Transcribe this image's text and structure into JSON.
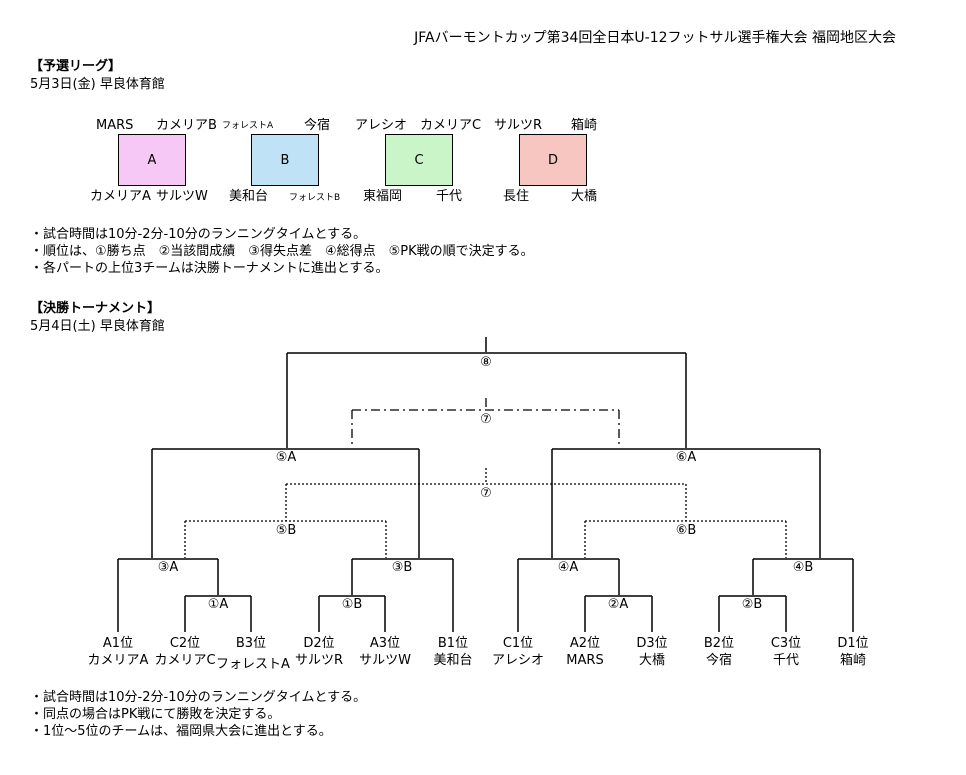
{
  "title": "JFAバーモントカップ第34回全日本U-12フットサル選手権大会 福岡地区大会",
  "league": {
    "heading": "【予選リーグ】",
    "date_venue": "5月3日(金) 早良体育館",
    "groups": [
      {
        "name": "A",
        "color": "#f6c8f6",
        "top_left": "MARS",
        "top_right": "カメリアB",
        "bottom_left": "カメリアA",
        "bottom_right": "サルツW"
      },
      {
        "name": "B",
        "color": "#bfe2f7",
        "top_left": "フォレストA",
        "top_right": "今宿",
        "bottom_left": "美和台",
        "bottom_right": "フォレストB"
      },
      {
        "name": "C",
        "color": "#c9f5c9",
        "top_left": "アレシオ",
        "top_right": "カメリアC",
        "bottom_left": "東福岡",
        "bottom_right": "千代"
      },
      {
        "name": "D",
        "color": "#f7c6c1",
        "top_left": "サルツR",
        "top_right": "箱崎",
        "bottom_left": "長住",
        "bottom_right": "大橋"
      }
    ],
    "notes": [
      "・試合時間は10分-2分-10分のランニングタイムとする。",
      "・順位は、①勝ち点　②当該間成績　③得失点差　④総得点　⑤PK戦の順で決定する。",
      "・各パートの上位3チームは決勝トーナメントに進出とする。"
    ]
  },
  "tournament": {
    "heading": "【決勝トーナメント】",
    "date_venue": "5月4日(土) 早良体育館",
    "match_labels": {
      "m8": "⑧",
      "m7a": "⑦",
      "m5a": "⑤A",
      "m6a": "⑥A",
      "m7b": "⑦",
      "m5b": "⑤B",
      "m6b": "⑥B",
      "m3a": "③A",
      "m3b": "③B",
      "m4a": "④A",
      "m4b": "④B",
      "m1a": "①A",
      "m1b": "①B",
      "m2a": "②A",
      "m2b": "②B"
    },
    "slots": [
      {
        "seed": "A1位",
        "team": "カメリアA"
      },
      {
        "seed": "C2位",
        "team": "カメリアC"
      },
      {
        "seed": "B3位",
        "team": "フォレストA"
      },
      {
        "seed": "D2位",
        "team": "サルツR"
      },
      {
        "seed": "A3位",
        "team": "サルツW"
      },
      {
        "seed": "B1位",
        "team": "美和台"
      },
      {
        "seed": "C1位",
        "team": "アレシオ"
      },
      {
        "seed": "A2位",
        "team": "MARS"
      },
      {
        "seed": "D3位",
        "team": "大橋"
      },
      {
        "seed": "B2位",
        "team": "今宿"
      },
      {
        "seed": "C3位",
        "team": "千代"
      },
      {
        "seed": "D1位",
        "team": "箱崎"
      }
    ],
    "notes": [
      "・試合時間は10分-2分-10分のランニングタイムとする。",
      "・同点の場合はPK戦にて勝敗を決定する。",
      "・1位～5位のチームは、福岡県大会に進出とする。"
    ]
  }
}
